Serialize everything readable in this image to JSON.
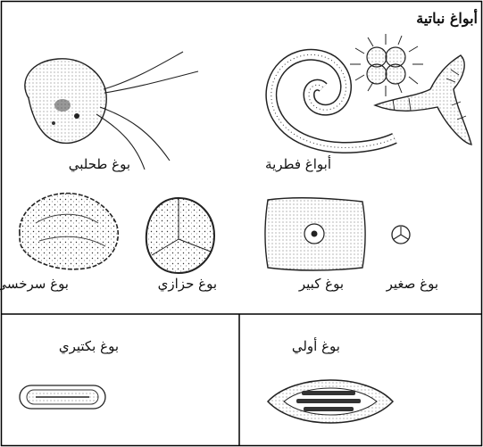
{
  "title": "أبواغ نباتية",
  "labels": {
    "flagellated": "بوغ طحلبي",
    "fungal": "أبواغ فطرية",
    "fern": "بوغ سرخسي",
    "moss": "بوغ حزازي",
    "large": "بوغ كبير",
    "small": "بوغ صغير",
    "bacterial": "بوغ بكتيري",
    "protozoan": "بوغ أولي"
  }
}
